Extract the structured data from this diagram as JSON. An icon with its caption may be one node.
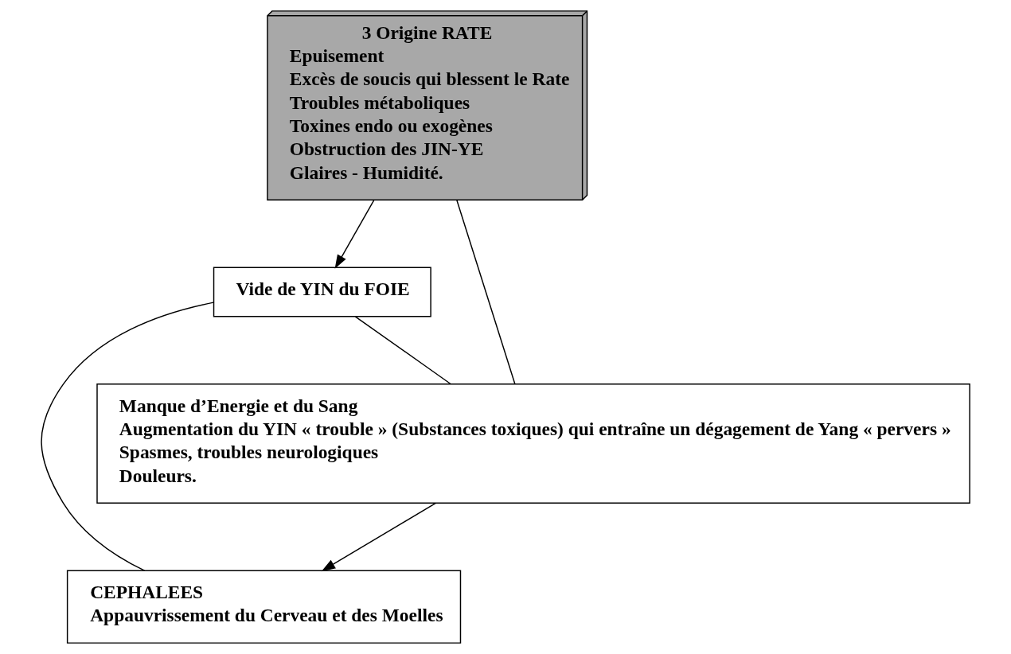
{
  "diagram": {
    "nodes": [
      {
        "text": [
          "CEPHALEES",
          "Appauvrissement du Cerveau et des Moelles"
        ]
      },
      {
        "text": [
          "Vide de YIN du FOIE"
        ]
      },
      {
        "text": [
          "3 Origine RATE",
          "Epuisement",
          "Excès de soucis qui blessent le Rate",
          "Troubles métaboliques",
          "Toxines endo ou exogènes",
          "Obstruction des JIN-YE",
          "Glaires - Humidité."
        ]
      },
      {
        "text": [
          "Manque d’Energie et du Sang",
          "Augmentation du YIN « trouble » (Substances toxiques) qui entraîne un dégagement de Yang « pervers »",
          "Spasmes, troubles neurologiques",
          "Douleurs."
        ]
      }
    ],
    "edges": [
      {
        "from": 1,
        "to": 0,
        "arrow": "none"
      },
      {
        "from": 2,
        "to": 1,
        "arrow": "to"
      },
      {
        "from": 3,
        "to": 0,
        "arrow": "to"
      },
      {
        "from": 1,
        "to": 3,
        "arrow": "none"
      },
      {
        "from": 2,
        "to": 3,
        "arrow": "none"
      }
    ]
  }
}
